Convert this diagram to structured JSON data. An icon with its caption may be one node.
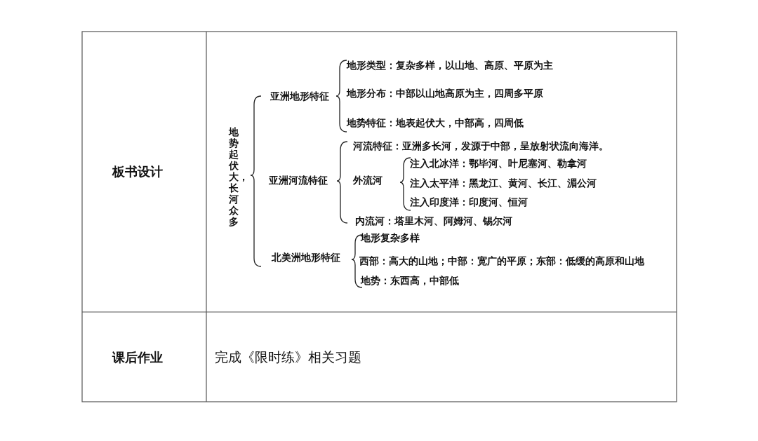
{
  "diagram": {
    "labels": [
      "板书设计",
      "地势起伏大，长河众多",
      "亚洲地形特征",
      "地形类型：复杂多样，以山地、高原、平原为主",
      "地形分布：中部以山地高原为主，四周多平原",
      "地势特征：地表起伏大，中部高，四周低",
      "亚洲河流特征",
      "河流特征：亚洲多长河，发源于中部，呈放射状流向海洋。",
      "外流河",
      "注入北冰洋：鄂毕河、叶尼塞河、勒拿河",
      "注入太平洋：黑龙江、黄河、长江、湄公河",
      "注入印度洋：印度河、恒河",
      "内流河：塔里木河、阿姆河、锡尔河",
      "北美洲地形特征",
      "地形复杂多样",
      "西部：高大的山地；中部：宽广的平原；东部：低缓的高原和山地",
      "地势：东西高，中部低",
      "课后作业",
      "完成《限时练》相关习题"
    ]
  }
}
